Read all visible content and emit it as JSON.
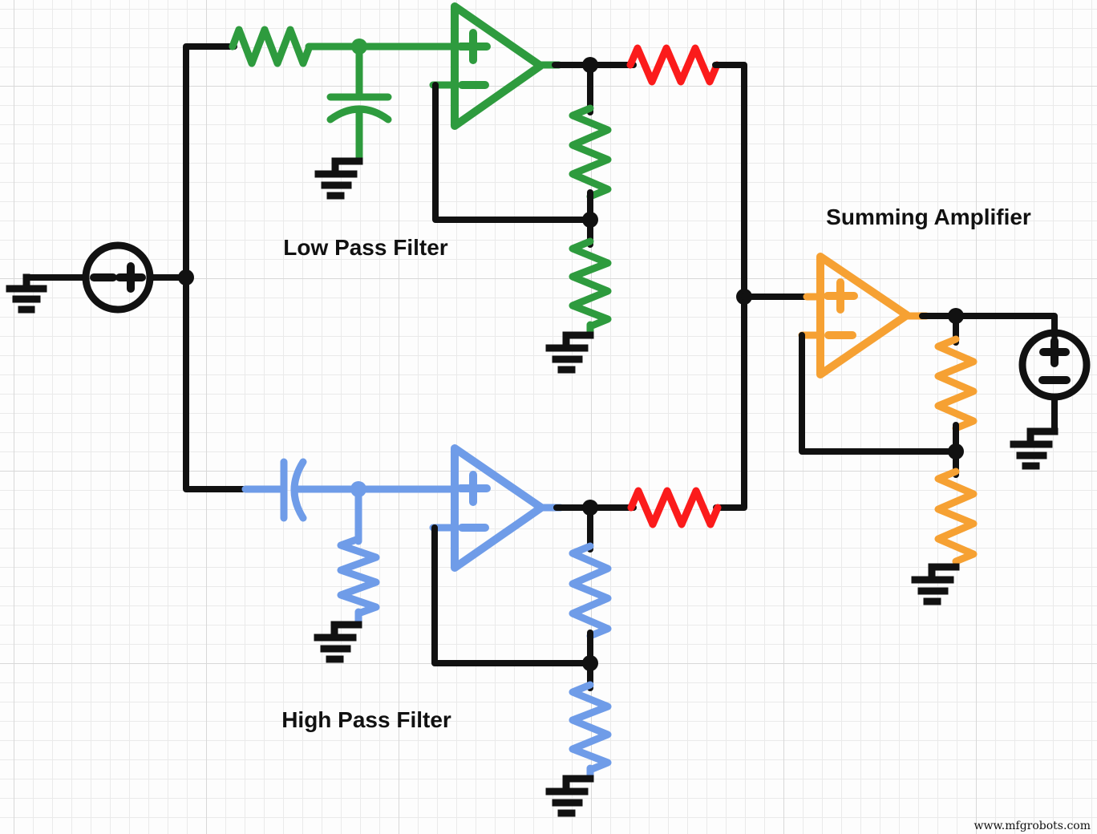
{
  "labels": {
    "low_pass": "Low Pass Filter",
    "high_pass": "High Pass Filter",
    "summing_amplifier": "Summing Amplifier",
    "watermark": "www.mfgrobots.com"
  },
  "colors": {
    "green": "#2e9b3e",
    "blue": "#6f9ce8",
    "red": "#fb1b1b",
    "orange": "#f6a133",
    "wire": "#111111",
    "grid_minor": "#eaeaea",
    "grid_major": "#d8d8d8",
    "background": "#fdfdfd"
  },
  "circuit": {
    "kind": "op-amp filter schematic",
    "input_source_polarity": "- +",
    "output_source_polarity": "+ -",
    "ground_count": 7,
    "sections": [
      {
        "label_ref": "low_pass",
        "accent": "green",
        "parts": [
          "series resistor",
          "shunt capacitor to ground",
          "op-amp with + and - inputs",
          "feedback resistor",
          "resistor to ground",
          "red output resistor"
        ]
      },
      {
        "label_ref": "high_pass",
        "accent": "blue",
        "parts": [
          "series capacitor",
          "shunt resistor to ground",
          "op-amp with + and - inputs",
          "feedback resistor",
          "resistor to ground",
          "red output resistor"
        ]
      },
      {
        "label_ref": "summing_amplifier",
        "accent": "orange",
        "parts": [
          "op-amp with + and - inputs",
          "feedback resistor",
          "resistor to ground",
          "output voltage source"
        ]
      }
    ]
  }
}
